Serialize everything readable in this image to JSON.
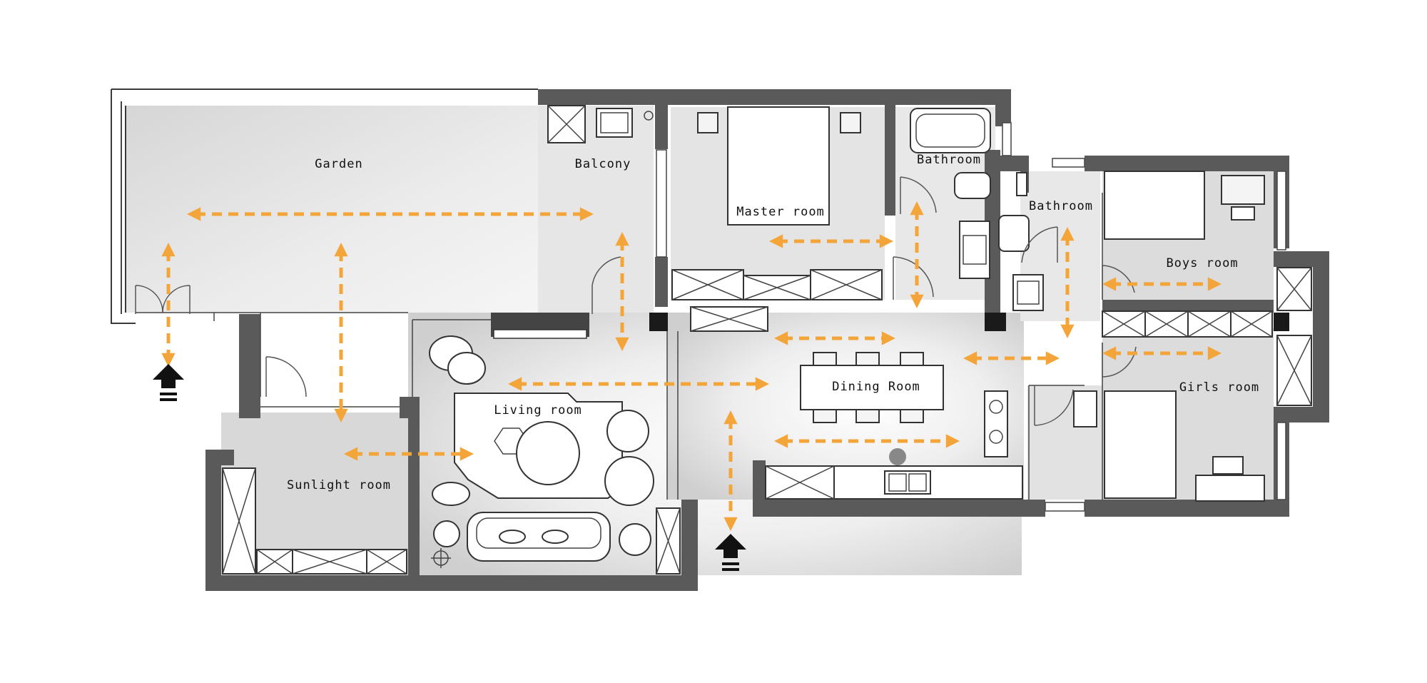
{
  "rooms": {
    "garden": "Garden",
    "balcony": "Balcony",
    "master_room": "Master room",
    "bathroom_master": "Bathroom",
    "bathroom_kids": "Bathroom",
    "boys_room": "Boys room",
    "girls_room": "Girls room",
    "dining_room": "Dining Room",
    "living_room": "Living room",
    "sunlight_room": "Sunlight room"
  },
  "colors": {
    "flow_arrows": "#f4a53a",
    "walls": "#5a5a5a",
    "entry_arrows": "#111111"
  },
  "entries": [
    "entry-arrow",
    "entry-arrow"
  ]
}
